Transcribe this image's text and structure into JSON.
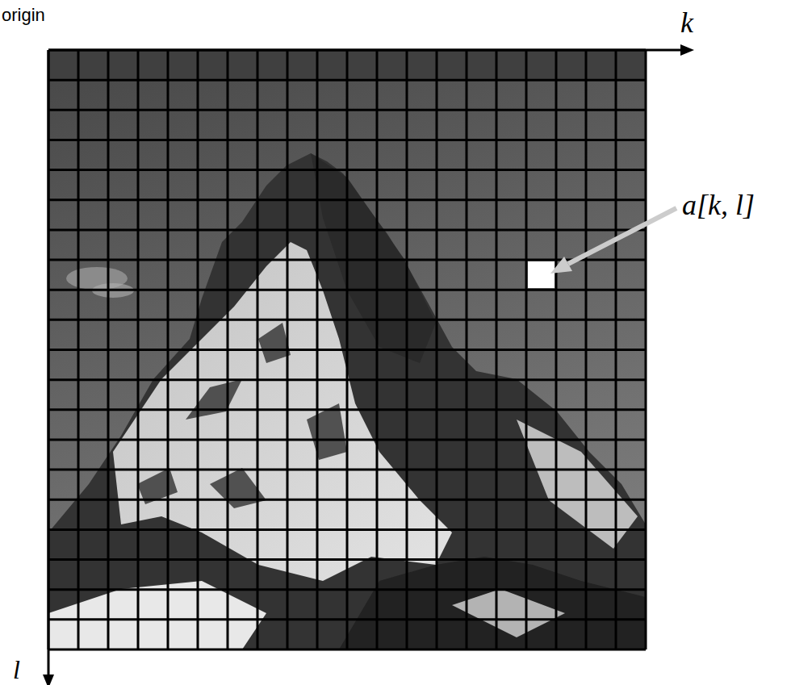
{
  "diagram": {
    "labels": [
      "origin",
      "k",
      "l",
      "a[k, l]"
    ]
  }
}
